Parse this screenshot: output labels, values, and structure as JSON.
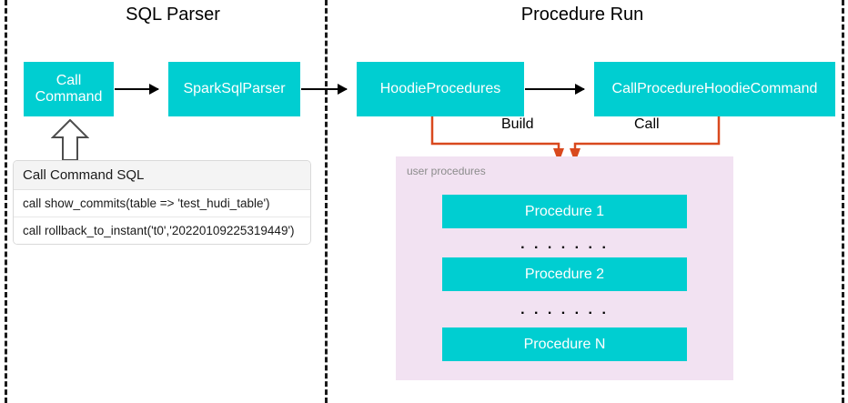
{
  "diagram": {
    "title_left": "SQL Parser",
    "title_right": "Procedure Run",
    "colors": {
      "box_teal": "#00CED1",
      "panel_purple": "#F2E2F2",
      "connector_orange": "#D9491E",
      "arrow_black": "#000000",
      "divider_dash": "#1a1a1a"
    }
  },
  "sql_parser": {
    "boxes": [
      {
        "id": "call-command",
        "label": "Call\nCommand",
        "line1": "Call",
        "line2": "Command"
      },
      {
        "id": "spark-sql-parser",
        "label": "SparkSqlParser"
      }
    ],
    "sql_table": {
      "header": "Call Command SQL",
      "rows": [
        "call show_commits(table => 'test_hudi_table')",
        "call rollback_to_instant('t0','20220109225319449')"
      ]
    }
  },
  "procedure_run": {
    "boxes": [
      {
        "id": "hoodie-procedures",
        "label": "HoodieProcedures"
      },
      {
        "id": "call-procedure-hoodie-command",
        "label": "CallProcedureHoodieCommand"
      }
    ],
    "connectors": [
      {
        "id": "build",
        "label": "Build"
      },
      {
        "id": "call",
        "label": "Call"
      }
    ],
    "user_procedures": {
      "label": "user procedures",
      "items": [
        {
          "id": "procedure-1",
          "label": "Procedure 1"
        },
        {
          "id": "procedure-2",
          "label": "Procedure 2"
        },
        {
          "id": "procedure-n",
          "label": "Procedure N"
        }
      ],
      "ellipsis": ". . . . . . ."
    }
  }
}
